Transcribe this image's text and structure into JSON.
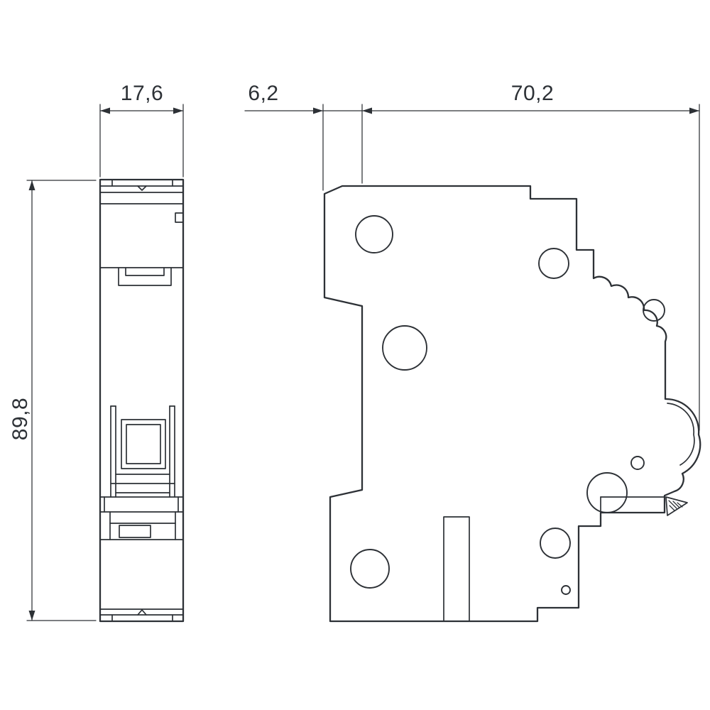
{
  "drawing": {
    "kind": "technical-dimension-drawing",
    "views": {
      "front_view": "front-profile-of-circuit-breaker",
      "side_view": "side-profile-of-circuit-breaker"
    }
  },
  "dimensions": {
    "front_width": "17,6",
    "side_front_depth": "6,2",
    "side_total_depth": "70,2",
    "height": "89,8"
  },
  "colors": {
    "line": "#2d3136",
    "background": "#ffffff"
  }
}
